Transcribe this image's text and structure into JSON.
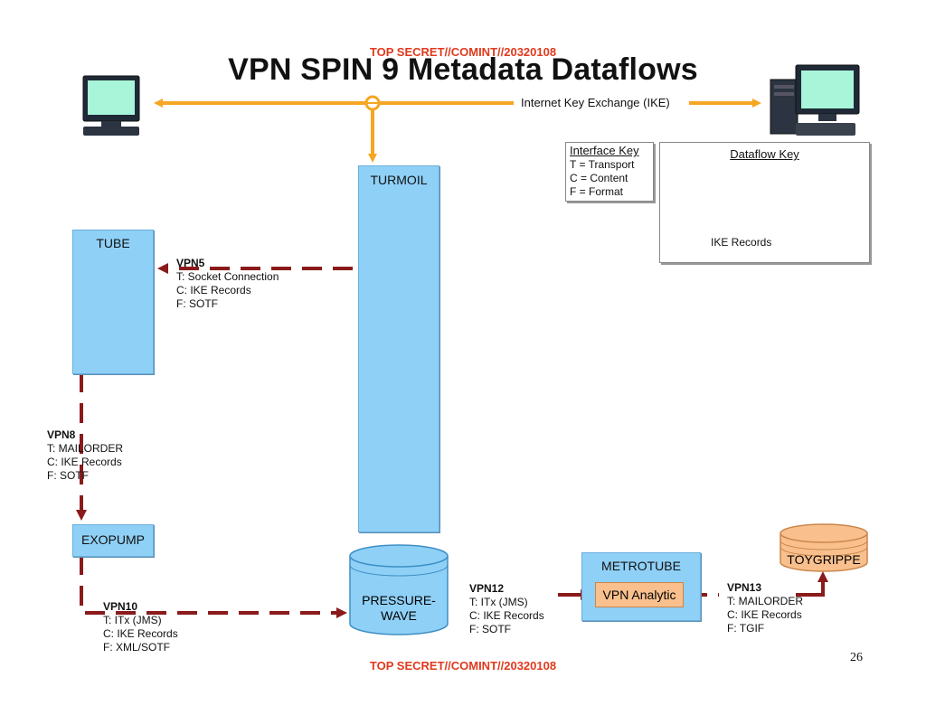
{
  "classification_top": "TOP SECRET//COMINT//20320108",
  "classification_bottom": "TOP SECRET//COMINT//20320108",
  "title": "VPN SPIN 9 Metadata Dataflows",
  "ike_label": "Internet Key Exchange (IKE)",
  "icons": {
    "left": "computer-monitor-icon",
    "right": "desktop-computer-icon"
  },
  "nodes": {
    "turmoil": "TURMOIL",
    "tube": "TUBE",
    "exopump": "EXOPUMP",
    "pressurewave_line1": "PRESSURE-",
    "pressurewave_line2": "WAVE",
    "metrotube": "METROTUBE",
    "vpn_analytic": "VPN Analytic",
    "toygrippe": "TOYGRIPPE"
  },
  "interface_key": {
    "title": "Interface Key",
    "t": "T = Transport",
    "c": "C = Content",
    "f": "F = Format"
  },
  "dataflow_key": {
    "title": "Dataflow Key",
    "item": "IKE Records"
  },
  "flows": {
    "vpn5": {
      "id": "VPN5",
      "t": "T: Socket Connection",
      "c": "C: IKE Records",
      "f": "F: SOTF"
    },
    "vpn8": {
      "id": "VPN8",
      "t": "T: MAILORDER",
      "c": "C: IKE Records",
      "f": "F: SOTF"
    },
    "vpn10": {
      "id": "VPN10",
      "t": "T: ITx (JMS)",
      "c": "C: IKE Records",
      "f": "F: XML/SOTF"
    },
    "vpn12": {
      "id": "VPN12",
      "t": "T: ITx (JMS)",
      "c": "C: IKE Records",
      "f": "F: SOTF"
    },
    "vpn13": {
      "id": "VPN13",
      "t": "T: MAILORDER",
      "c": "C: IKE Records",
      "f": "F: TGIF"
    }
  },
  "page_number": "26",
  "colors": {
    "classification": "#e03a1e",
    "ike_arrow": "#f5a623",
    "dataflow": "#8b1a1a",
    "box_fill": "#8fd0f7",
    "toygrippe_fill": "#f9c08d"
  }
}
